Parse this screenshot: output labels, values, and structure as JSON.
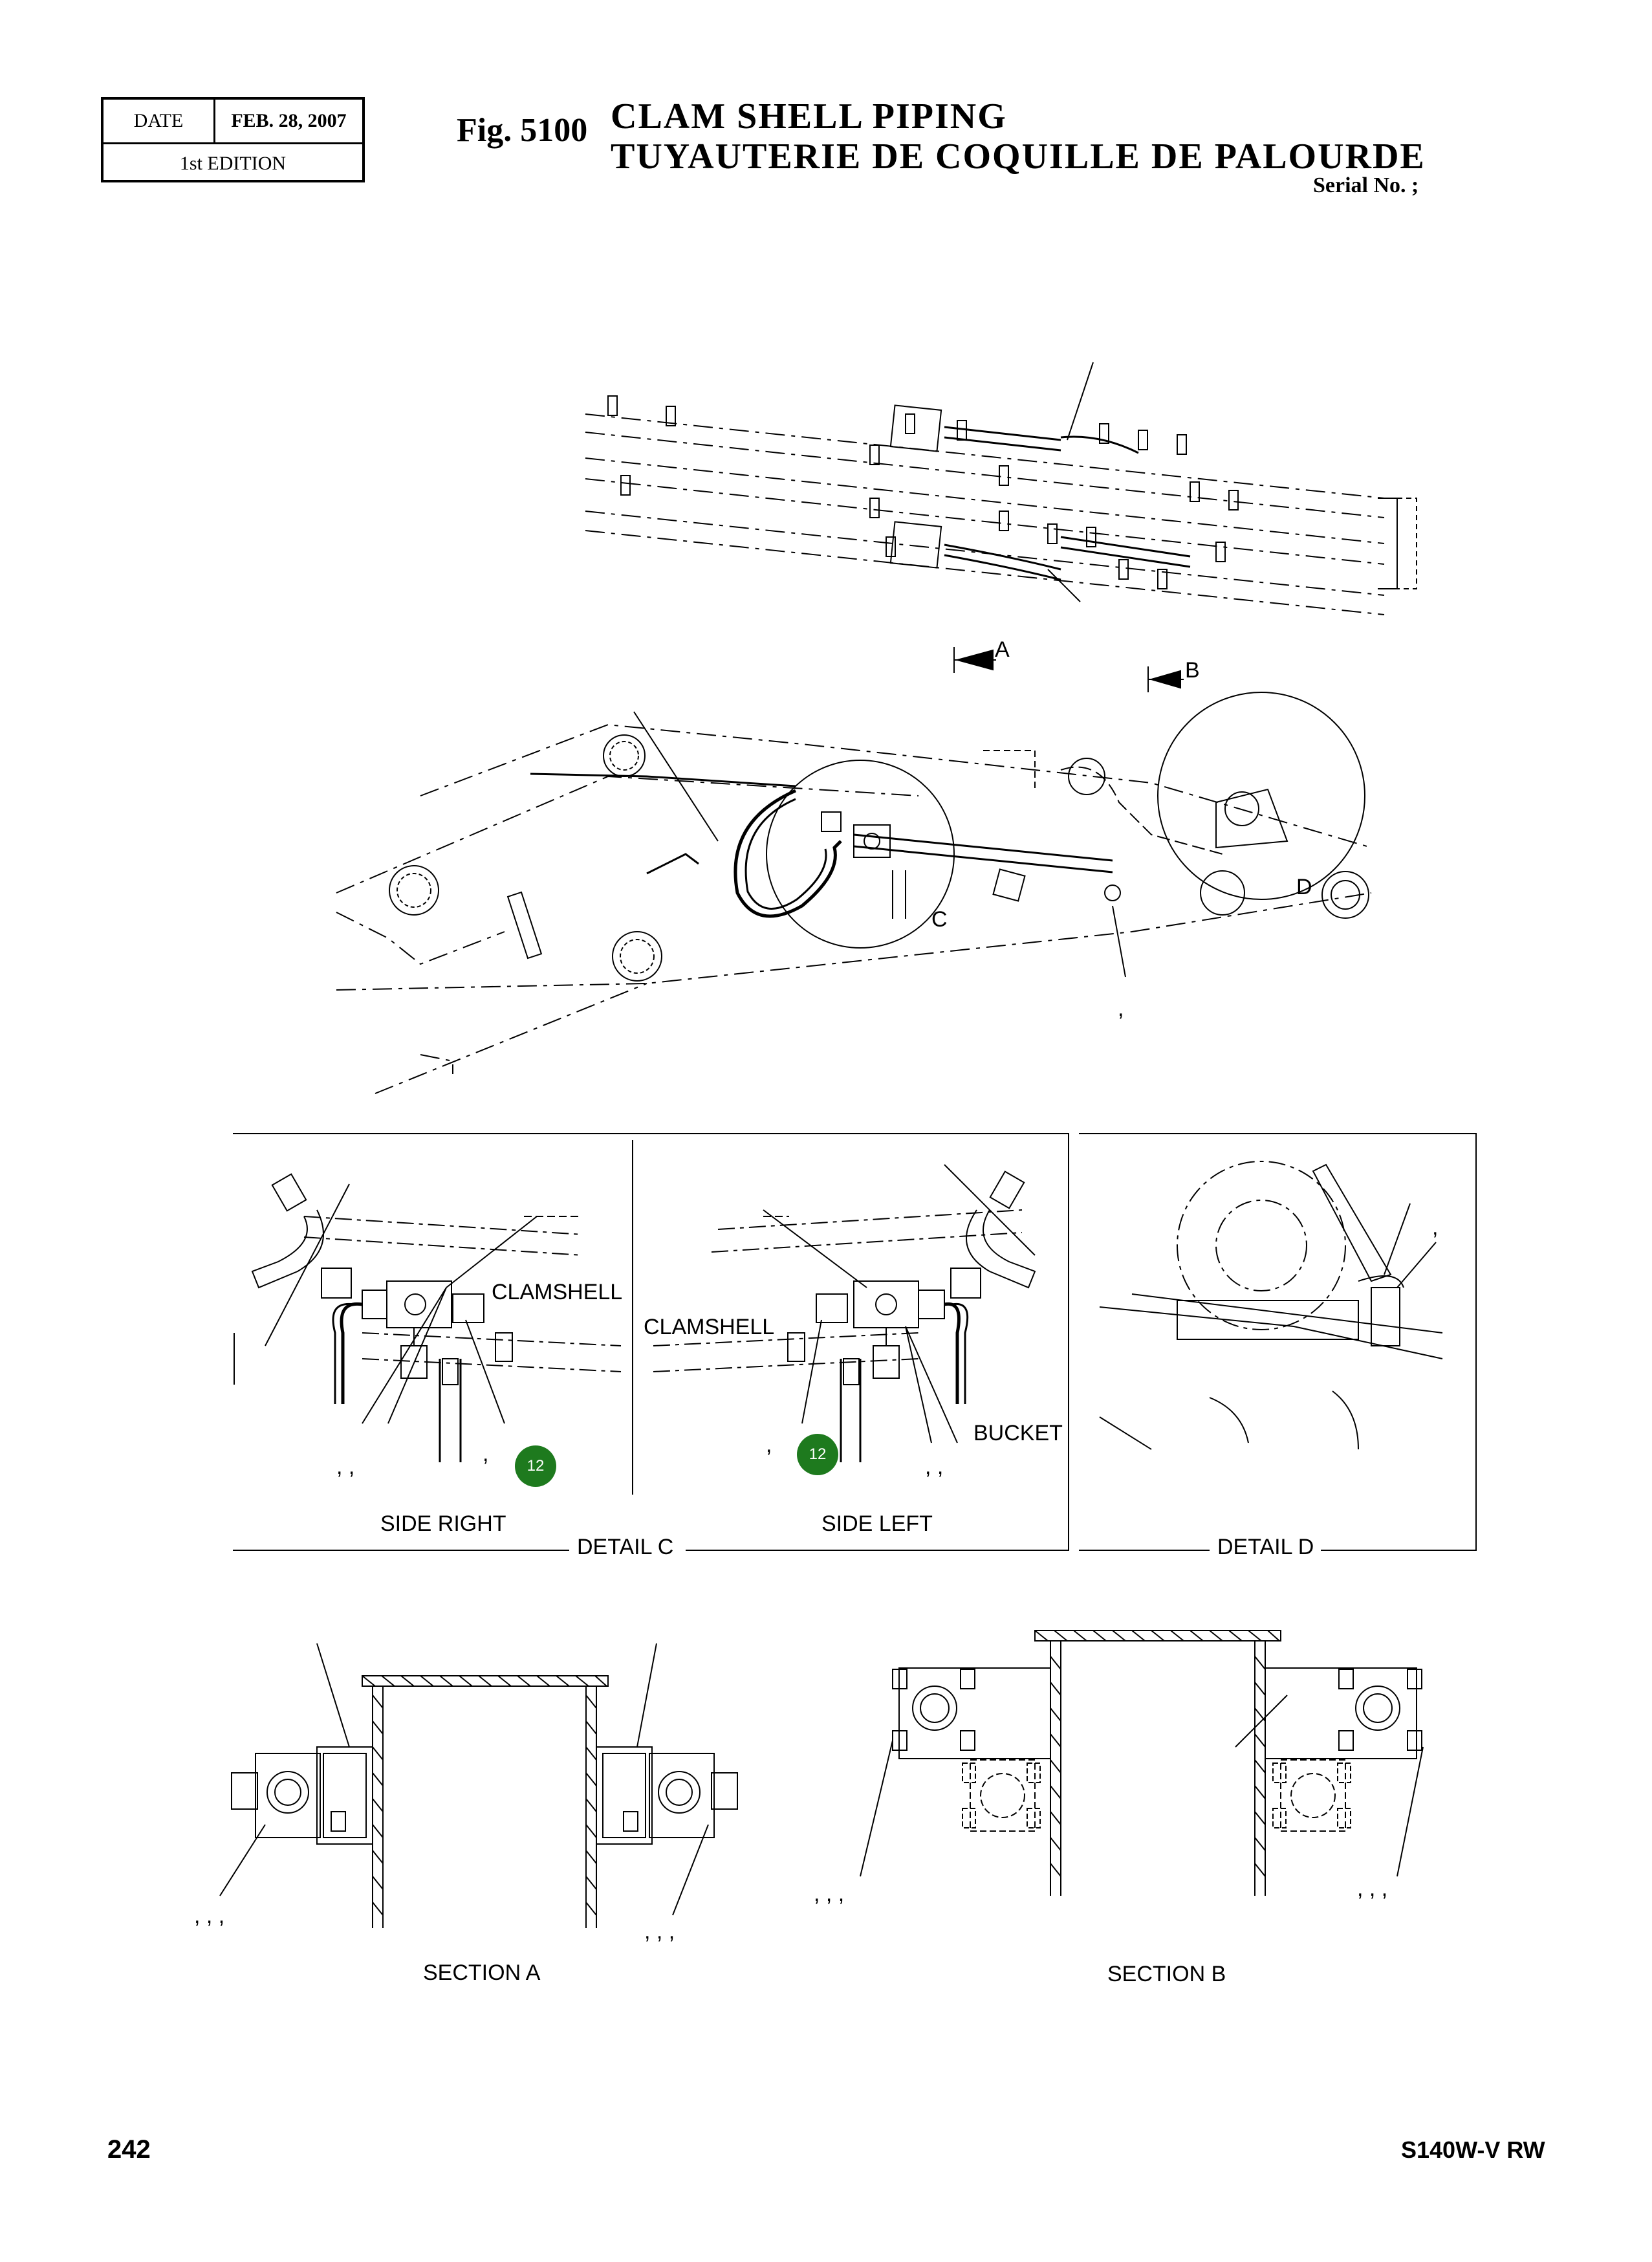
{
  "header": {
    "date_label": "DATE",
    "date_value": "FEB. 28, 2007",
    "edition": "1st EDITION",
    "fig_number": "Fig. 5100",
    "title_en": "CLAM SHELL  PIPING",
    "title_fr": "TUYAUTERIE  DE  COQUILLE  DE  PALOURDE",
    "serial": "Serial No. ;"
  },
  "main_view": {
    "section_marks": [
      "A",
      "B"
    ],
    "detail_marks": [
      "C",
      "D"
    ],
    "comma": ","
  },
  "detail_c": {
    "title": "DETAIL  C",
    "right": {
      "caption": "SIDE RIGHT",
      "label": "CLAMSHELL",
      "callout": "12"
    },
    "left": {
      "caption": "SIDE LEFT",
      "label_clamshell": "CLAMSHELL",
      "label_bucket": "BUCKET",
      "callout": "12"
    },
    "commas": [
      ",  ,",
      ",",
      ",",
      ",  ,"
    ]
  },
  "detail_d": {
    "title": "DETAIL  D",
    "comma": ","
  },
  "sections": [
    {
      "title": "SECTION  A",
      "refs": [
        ", , ,",
        ", , ,"
      ]
    },
    {
      "title": "SECTION  B",
      "refs": [
        ",   ,   ,",
        ",   ,   ,"
      ]
    }
  ],
  "footer": {
    "page": "242",
    "model": "S140W-V RW"
  },
  "colors": {
    "callout": "#1e7a1e",
    "line": "#000000"
  }
}
